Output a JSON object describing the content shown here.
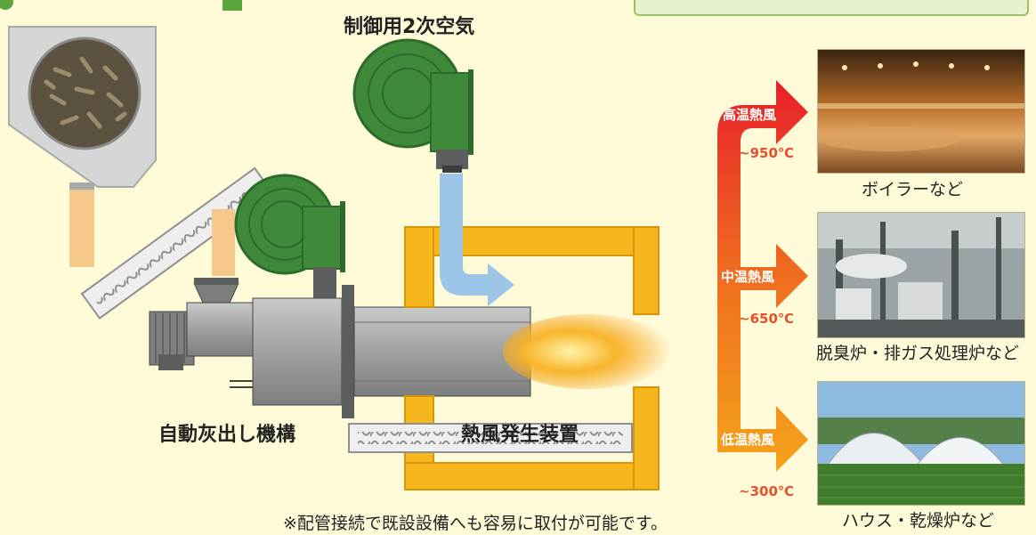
{
  "labels": {
    "blower_top": "制御用2次空気",
    "ash_mechanism": "自動灰出し機構",
    "generator": "熱風発生装置",
    "note": "※配管接続で既設設備へも容易に取付が可能です。"
  },
  "heat_flows": [
    {
      "label": "高温熱風",
      "temp": "~950℃",
      "color": "#e8202a"
    },
    {
      "label": "中温熱風",
      "temp": "~650℃",
      "color": "#ef6d1f"
    },
    {
      "label": "低温熱風",
      "temp": "~300℃",
      "color": "#f5a41a"
    }
  ],
  "applications": [
    {
      "caption": "ボイラーなど",
      "scene": "bath-hall"
    },
    {
      "caption": "脱臭炉・排ガス処理炉など",
      "scene": "industrial-plant"
    },
    {
      "caption": "ハウス・乾燥炉など",
      "scene": "greenhouse"
    }
  ],
  "colors": {
    "background": "#fffbd9",
    "blower_green": "#3f8a3a",
    "frame_yellow": "#f5b61e",
    "duct_blue": "#9cc5e8",
    "flame": "#f39a1c"
  }
}
